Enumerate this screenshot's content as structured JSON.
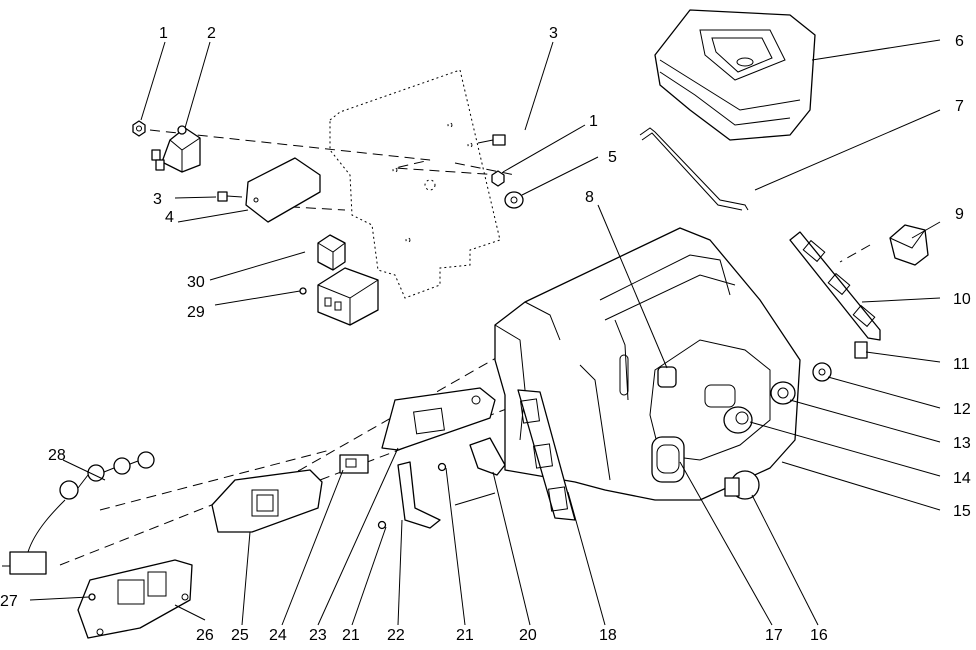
{
  "callouts": [
    {
      "id": "c1a",
      "label": "1"
    },
    {
      "id": "c2",
      "label": "2"
    },
    {
      "id": "c3a",
      "label": "3"
    },
    {
      "id": "c1b",
      "label": "1"
    },
    {
      "id": "c5",
      "label": "5"
    },
    {
      "id": "c6",
      "label": "6"
    },
    {
      "id": "c7",
      "label": "7"
    },
    {
      "id": "c3b",
      "label": "3"
    },
    {
      "id": "c4",
      "label": "4"
    },
    {
      "id": "c8",
      "label": "8"
    },
    {
      "id": "c9",
      "label": "9"
    },
    {
      "id": "c10",
      "label": "10"
    },
    {
      "id": "c11",
      "label": "11"
    },
    {
      "id": "c12",
      "label": "12"
    },
    {
      "id": "c13",
      "label": "13"
    },
    {
      "id": "c14",
      "label": "14"
    },
    {
      "id": "c15",
      "label": "15"
    },
    {
      "id": "c16",
      "label": "16"
    },
    {
      "id": "c17",
      "label": "17"
    },
    {
      "id": "c18",
      "label": "18"
    },
    {
      "id": "c20",
      "label": "20"
    },
    {
      "id": "c21a",
      "label": "21"
    },
    {
      "id": "c22",
      "label": "22"
    },
    {
      "id": "c21b",
      "label": "21"
    },
    {
      "id": "c23",
      "label": "23"
    },
    {
      "id": "c24",
      "label": "24"
    },
    {
      "id": "c25",
      "label": "25"
    },
    {
      "id": "c26",
      "label": "26"
    },
    {
      "id": "c27",
      "label": "27"
    },
    {
      "id": "c28",
      "label": "28"
    },
    {
      "id": "c29",
      "label": "29"
    },
    {
      "id": "c30",
      "label": "30"
    }
  ]
}
